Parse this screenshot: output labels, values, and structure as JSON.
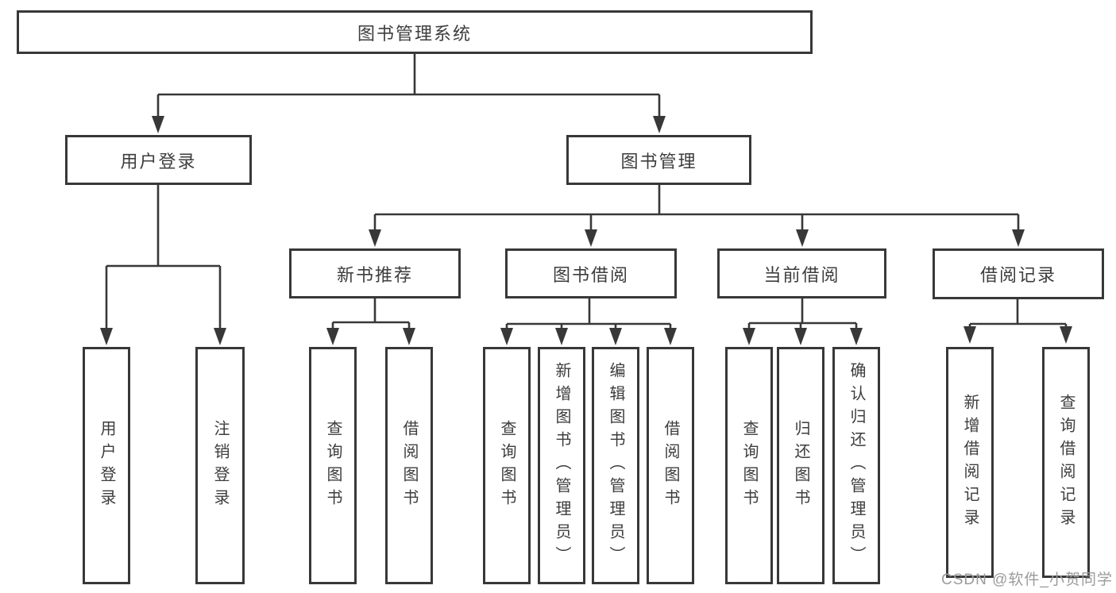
{
  "nodes": {
    "root": "图书管理系统",
    "level2": {
      "user_login": "用户登录",
      "book_management": "图书管理"
    },
    "level3": {
      "new_books": "新书推荐",
      "book_borrow": "图书借阅",
      "current_borrow": "当前借阅",
      "borrow_record": "借阅记录"
    },
    "leaves": {
      "user_login": [
        "用户登录",
        "注销登录"
      ],
      "new_books": [
        "查询图书",
        "借阅图书"
      ],
      "book_borrow": [
        "查询图书",
        "新增图书（管理员）",
        "编辑图书（管理员）",
        "借阅图书"
      ],
      "current_borrow": [
        "查询图书",
        "归还图书",
        "确认归还（管理员）"
      ],
      "borrow_record": [
        "新增借阅记录",
        "查询借阅记录"
      ]
    }
  },
  "watermark": "CSDN @软件_小贺同学",
  "colors": {
    "line": "#383838",
    "text": "#3d3d3d",
    "background": "#ffffff",
    "watermark": "#9b9b9b"
  }
}
